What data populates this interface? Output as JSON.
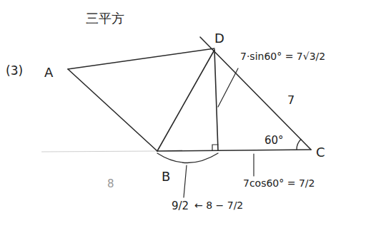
{
  "diagram": {
    "labels": [
      "三平方",
      "(3)",
      "A",
      "D",
      "7·sin60° = 7√3/2",
      "7",
      "60°",
      "C",
      "B",
      "7cos60° = 7/2",
      "9/2",
      "← 8 − 7/2",
      "8"
    ]
  }
}
